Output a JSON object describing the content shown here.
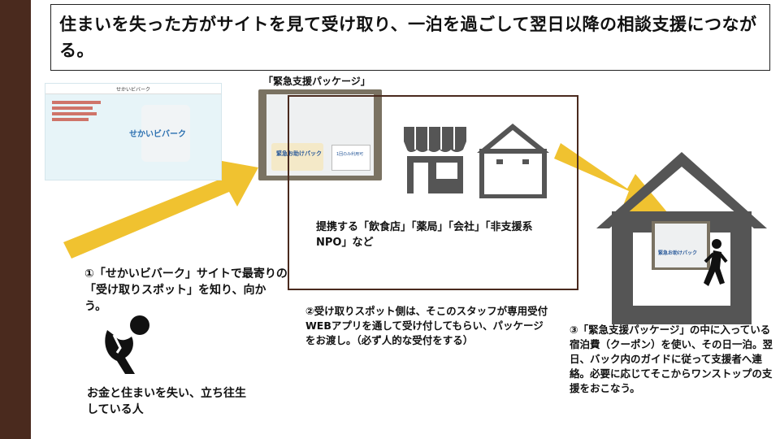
{
  "title": "住まいを失った方がサイトを見て受け取り、一泊を過ごして翌日以降の相談支援につながる。",
  "site_screenshot": {
    "logo_text": "せかいビバーク"
  },
  "package": {
    "label": "「緊急支援パッケージ」",
    "sticker_text": "緊急お助けパック",
    "sticker2_text": "1回のみ利用可"
  },
  "spot": {
    "text": "提携する「飲食店」「薬局」「会社」「非支援系NPO」など"
  },
  "steps": {
    "step1": "①「せかいビバーク」サイトで最寄りの「受け取りスポット」を知り、向かう。",
    "step2": "②受け取りスポット側は、そこのスタッフが専用受付WEBアプリを通して受け付してもらい、パッケージをお渡し。（必ず人的な受付をする）",
    "step3": "③「緊急支援パッケージ」の中に入っている宿泊費（クーポン）を使い、その日一泊。翌日、バック内のガイドに従って支援者へ連絡。必要に応じてそこからワンストップの支援をおこなう。"
  },
  "person": {
    "text": "お金と住まいを失い、立ち往生している人"
  },
  "colors": {
    "sidebar": "#4a2a1e",
    "arrow": "#f0c230",
    "icon_gray": "#555555",
    "border_brown": "#4a2a1e"
  }
}
